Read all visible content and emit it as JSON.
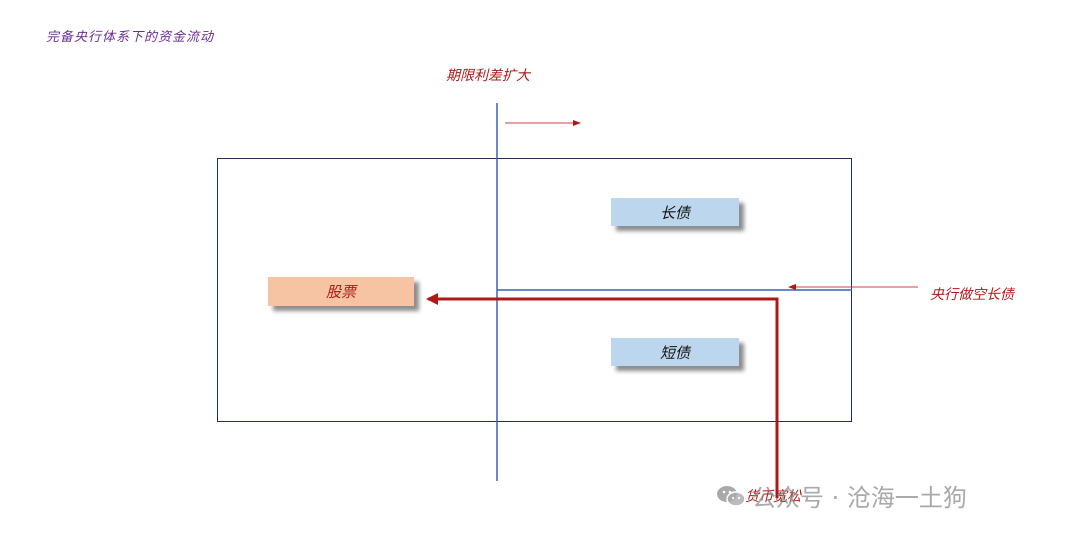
{
  "title": "完备央行体系下的资金流动",
  "labels": {
    "term_spread": "期限利差扩大",
    "cb_short_long": "央行做空长债",
    "monetary_easing": "货币宽松"
  },
  "boxes": {
    "long_bond": "长债",
    "short_bond": "短债",
    "stocks": "股票"
  },
  "watermark": {
    "text": "公众号 · 沧海一土狗",
    "icon": "wechat-icon"
  },
  "colors": {
    "axis": "#3a62b8",
    "flow_arrow": "#b01818",
    "title": "#6a2d8f",
    "box_blue": "#bcd6ee",
    "box_orange": "#f6c4a2"
  }
}
